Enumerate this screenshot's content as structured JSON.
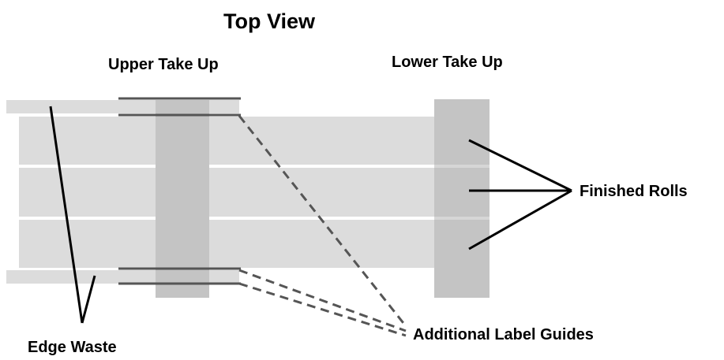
{
  "diagram": {
    "title": "Top View",
    "labels": {
      "upper_take_up": "Upper Take Up",
      "lower_take_up": "Lower Take Up",
      "finished_rolls": "Finished Rolls",
      "edge_waste": "Edge Waste",
      "additional_label_guides": "Additional Label Guides"
    },
    "colors": {
      "web": "#dcdcdc",
      "roller": "#c4c4c4",
      "guide_bar": "#555555",
      "lines": "#000000",
      "background": "#ffffff"
    }
  }
}
